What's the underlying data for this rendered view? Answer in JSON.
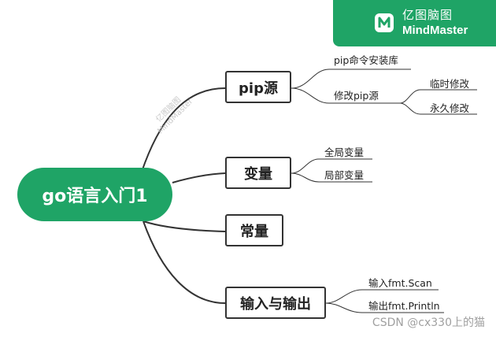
{
  "brand": {
    "name_cn": "亿图脑图",
    "name_en": "MindMaster",
    "color": "#1fa466"
  },
  "root": {
    "label": "go语言入门1"
  },
  "branches": [
    {
      "label": "pip源",
      "children": [
        "pip命令安装库",
        "修改pip源"
      ],
      "grandchildren": [
        "临时修改",
        "永久修改"
      ]
    },
    {
      "label": "变量",
      "children": [
        "全局变量",
        "局部变量"
      ]
    },
    {
      "label": "常量",
      "children": []
    },
    {
      "label": "输入与输出",
      "children": [
        "输入fmt.Scan",
        "输出fmt.Println"
      ]
    }
  ],
  "watermark": {
    "line1": "亿图脑图",
    "line2": "MindMaster"
  },
  "footer": {
    "text": "CSDN @cx330上的猫"
  }
}
